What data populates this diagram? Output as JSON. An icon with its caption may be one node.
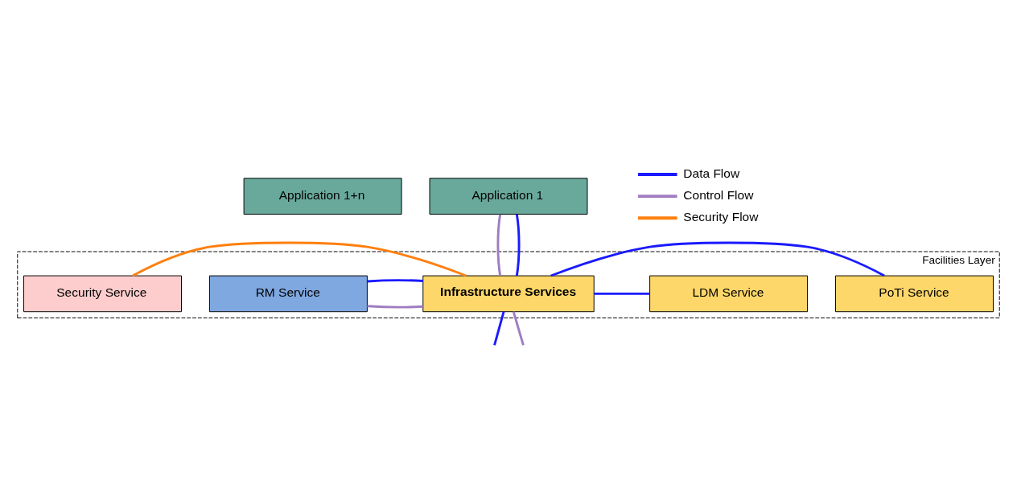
{
  "diagram": {
    "nodes": [
      {
        "text": [
          "Application 1+n"
        ]
      },
      {
        "text": [
          "Application 1"
        ]
      },
      {
        "text": [
          "Facilities Layer"
        ]
      },
      {
        "text": [
          "RM Service"
        ],
        "in": 2
      },
      {
        "text": [
          "Security Service"
        ],
        "in": 2
      },
      {
        "text": [
          "Infrastructure Services"
        ],
        "in": 2
      },
      {
        "text": [
          "PoTi Service"
        ],
        "in": 2
      },
      {
        "text": [
          "LDM Service"
        ],
        "in": 2
      }
    ],
    "edges": [
      {
        "from": 1,
        "to": 5,
        "arrow": "none",
        "color": "#a07cc0"
      },
      {
        "from": 1,
        "to": 5,
        "arrow": "none"
      },
      {
        "from": 3,
        "to": 5,
        "arrow": "none",
        "color": "#a07cc0"
      },
      {
        "from": 3,
        "to": 5,
        "arrow": "none"
      },
      {
        "from": 4,
        "to": 5,
        "arrow": "none",
        "color": "#ff7f0e"
      },
      {
        "from": 5,
        "to": 6,
        "arrow": "none"
      },
      {
        "from": 5,
        "to": 7,
        "arrow": "none"
      },
      {
        "from": 5,
        "to": null,
        "arrow": "none",
        "color": "#a07cc0"
      },
      {
        "from": 5,
        "to": null,
        "arrow": "none"
      }
    ],
    "legend": [
      {
        "text": "Data Flow"
      },
      {
        "text": "Control Flow"
      },
      {
        "text": "Security Flow"
      }
    ]
  }
}
